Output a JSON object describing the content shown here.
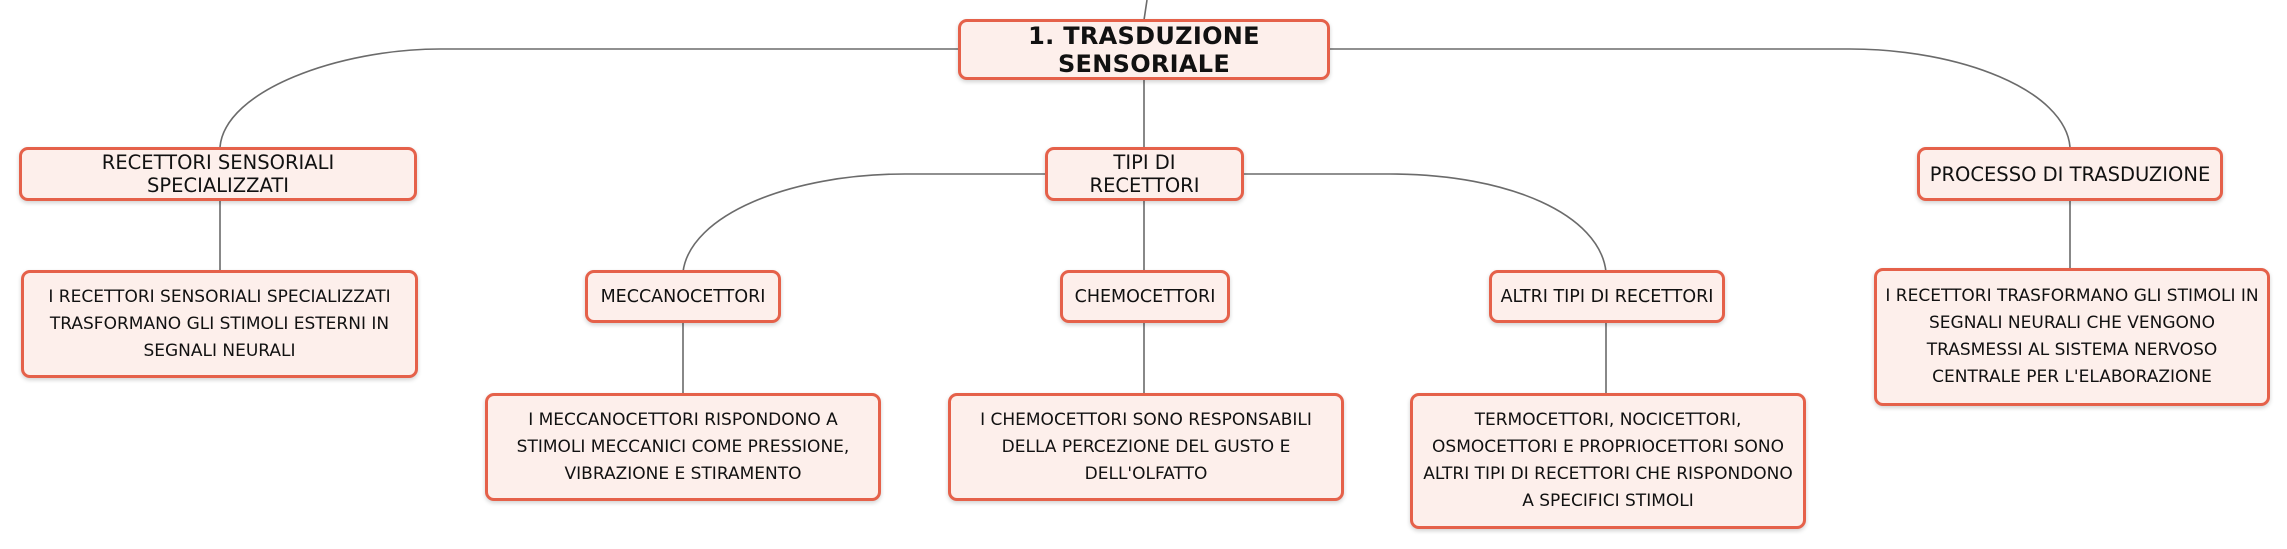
{
  "diagram": {
    "root": {
      "label": "1. TRASDUZIONE SENSORIALE"
    },
    "recettori_specializzati": {
      "label": "RECETTORI SENSORIALI SPECIALIZZATI",
      "description": "I RECETTORI SENSORIALI SPECIALIZZATI TRASFORMANO GLI STIMOLI ESTERNI IN SEGNALI NEURALI"
    },
    "tipi_recettori": {
      "label": "TIPI DI RECETTORI",
      "meccanocettori": {
        "label": "MECCANOCETTORI",
        "description": "I MECCANOCETTORI RISPONDONO A STIMOLI MECCANICI COME PRESSIONE, VIBRAZIONE E STIRAMENTO"
      },
      "chemocettori": {
        "label": "CHEMOCETTORI",
        "description": "I CHEMOCETTORI SONO RESPONSABILI DELLA PERCEZIONE DEL GUSTO E DELL'OLFATTO"
      },
      "altri": {
        "label": "ALTRI TIPI DI RECETTORI",
        "description": "TERMOCETTORI, NOCICETTORI, OSMOCETTORI E PROPRIOCETTORI SONO ALTRI TIPI DI RECETTORI CHE RISPONDONO A SPECIFICI STIMOLI"
      }
    },
    "processo": {
      "label": "PROCESSO DI TRASDUZIONE",
      "description": "I RECETTORI TRASFORMANO GLI STIMOLI IN SEGNALI NEURALI CHE VENGONO TRASMESSI AL SISTEMA NERVOSO CENTRALE PER L'ELABORAZIONE"
    }
  },
  "colors": {
    "node_fill": "#fdefeb",
    "node_border": "#e5614a",
    "connector": "#6b6b6b"
  }
}
